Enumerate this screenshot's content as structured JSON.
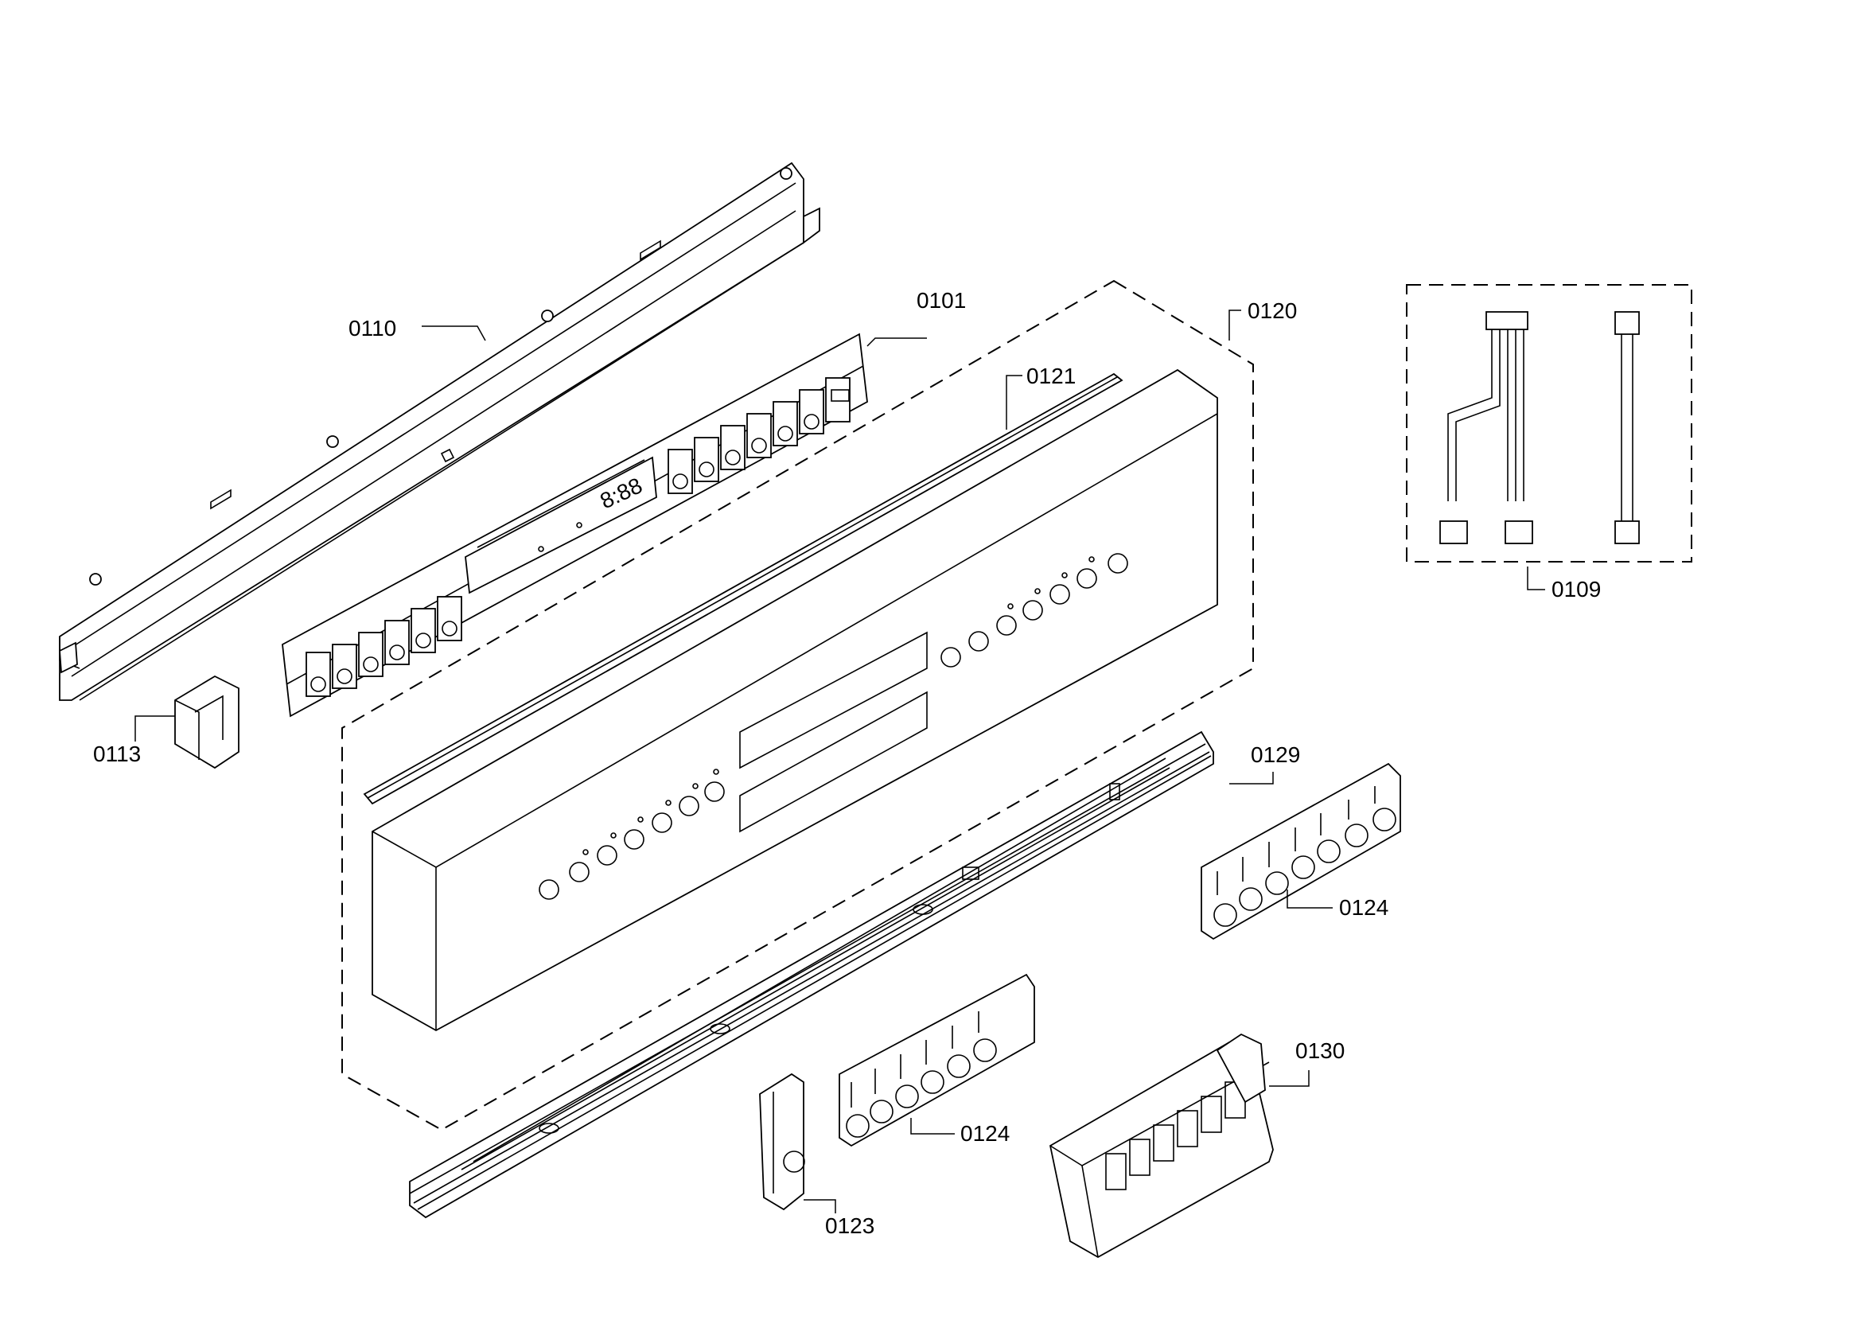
{
  "diagram": {
    "labels": {
      "p0110": "0110",
      "p0101": "0101",
      "p0120": "0120",
      "p0121": "0121",
      "p0109": "0109",
      "p0113": "0113",
      "p0129": "0129",
      "p0124a": "0124",
      "p0124b": "0124",
      "p0130": "0130",
      "p0123": "0123"
    },
    "display_readout": "8:88"
  }
}
